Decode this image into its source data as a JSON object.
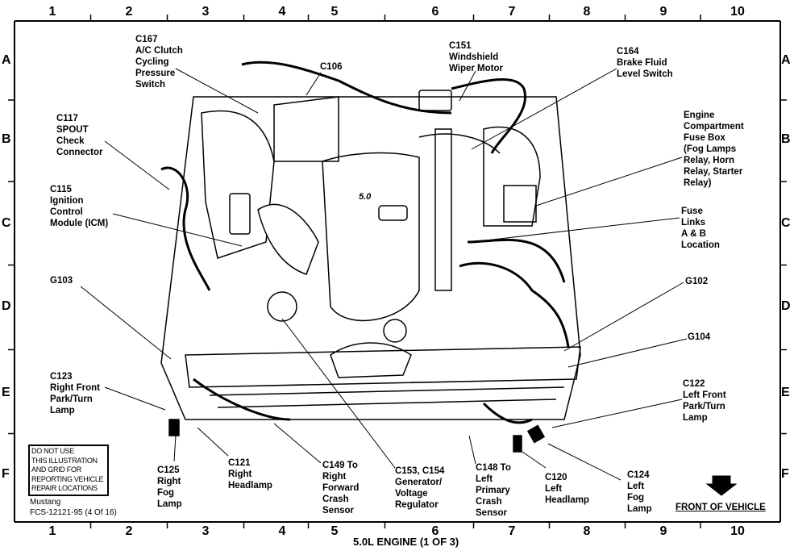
{
  "grid": {
    "columns": [
      "1",
      "2",
      "3",
      "4",
      "5",
      "6",
      "7",
      "8",
      "9",
      "10"
    ],
    "rows": [
      "A",
      "B",
      "C",
      "D",
      "E",
      "F"
    ]
  },
  "callouts": {
    "c167": [
      "C167",
      "A/C Clutch",
      "Cycling",
      "Pressure",
      "Switch"
    ],
    "c106": [
      "C106"
    ],
    "c151": [
      "C151",
      "Windshield",
      "Wiper Motor"
    ],
    "c164": [
      "C164",
      "Brake Fluid",
      "Level Switch"
    ],
    "c117": [
      "C117",
      "SPOUT",
      "Check",
      "Connector"
    ],
    "fuse_box": [
      "Engine",
      "Compartment",
      "Fuse Box",
      "(Fog Lamps",
      "Relay, Horn",
      "Relay, Starter",
      "Relay)"
    ],
    "c115": [
      "C115",
      "Ignition",
      "Control",
      "Module (ICM)"
    ],
    "fuse_links": [
      "Fuse",
      "Links",
      "A & B",
      "Location"
    ],
    "g103": [
      "G103"
    ],
    "g102": [
      "G102"
    ],
    "g104": [
      "G104"
    ],
    "c123": [
      "C123",
      "Right Front",
      "Park/Turn",
      "Lamp"
    ],
    "c122": [
      "C122",
      "Left Front",
      "Park/Turn",
      "Lamp"
    ],
    "c125": [
      "C125",
      "Right",
      "Fog",
      "Lamp"
    ],
    "c121": [
      "C121",
      "Right",
      "Headlamp"
    ],
    "c149": [
      "C149 To",
      "Right",
      "Forward",
      "Crash",
      "Sensor"
    ],
    "c153": [
      "C153, C154",
      "Generator/",
      "Voltage",
      "Regulator"
    ],
    "c148": [
      "C148 To",
      "Left",
      "Primary",
      "Crash",
      "Sensor"
    ],
    "c120": [
      "C120",
      "Left",
      "Headlamp"
    ],
    "c124": [
      "C124",
      "Left",
      "Fog",
      "Lamp"
    ]
  },
  "disclaimer": [
    "DO NOT USE",
    "THIS ILLUSTRATION",
    "AND GRID FOR",
    "REPORTING VEHICLE",
    "REPAIR LOCATIONS"
  ],
  "vehicle": "Mustang",
  "figure_id": "FCS-12121-95 (4 Of 16)",
  "front_label": "FRONT OF VEHICLE",
  "title": "5.0L ENGINE (1 OF 3)",
  "engine_badge": "5.0"
}
